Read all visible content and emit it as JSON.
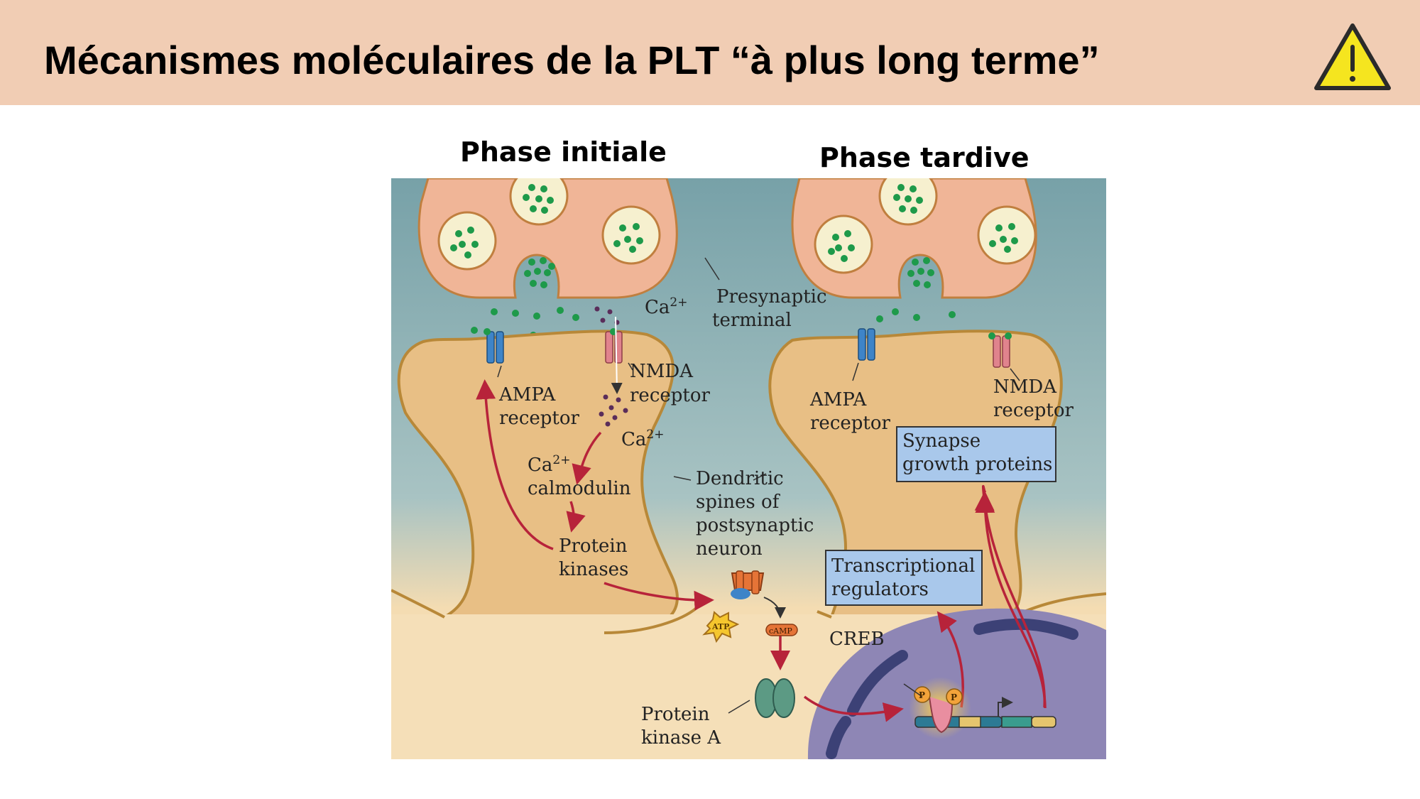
{
  "slide": {
    "title": "Mécanismes moléculaires de la PLT “à plus long terme”",
    "warning_icon": "warning-triangle-icon",
    "colors": {
      "header_bg": "#f1cdb4",
      "warning_fill": "#f5e51f",
      "arrow": "#b7233a"
    }
  },
  "phases": {
    "initial": "Phase initiale",
    "late": "Phase tardive"
  },
  "labels": {
    "ca2plus_base": "Ca",
    "ca2plus_sup": "2+",
    "presynaptic_1": "Presynaptic",
    "presynaptic_2": "terminal",
    "nmda_1": "NMDA",
    "nmda_2": "receptor",
    "ampa_1": "AMPA",
    "ampa_2": "receptor",
    "calmodulin_1_base": "Ca",
    "calmodulin_1_sup": "2+",
    "calmodulin_2": "calmodulin",
    "pk_1": "Protein",
    "pk_2": "kinases",
    "dendritic_1": "Dendritic",
    "dendritic_2": "spines of",
    "dendritic_3": "postsynaptic",
    "dendritic_4": "neuron",
    "sgp_1": "Synapse",
    "sgp_2": "growth proteins",
    "tr_1": "Transcriptional",
    "tr_2": "regulators",
    "creb": "CREB",
    "atp": "ATP",
    "camp": "cAMP",
    "p": "P",
    "pka_1": "Protein",
    "pka_2": "kinase A"
  }
}
